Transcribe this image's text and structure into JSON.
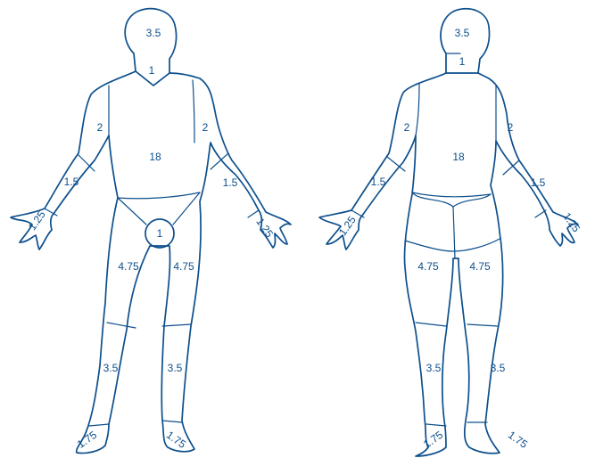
{
  "colors": {
    "line": "#0d4f8c",
    "background": "#ffffff"
  },
  "front": {
    "head": "3.5",
    "neck": "1",
    "trunk": "18",
    "upper_arm_left": "2",
    "upper_arm_right": "2",
    "forearm_left": "1.5",
    "forearm_right": "1.5",
    "hand_left": "1.25",
    "hand_right": "1.25",
    "genitals": "1",
    "thigh_left": "4.75",
    "thigh_right": "4.75",
    "leg_left": "3.5",
    "leg_right": "3.5",
    "foot_left": "1.75",
    "foot_right": "1.75"
  },
  "back": {
    "head": "3.5",
    "neck": "1",
    "trunk": "18",
    "upper_arm_left": "2",
    "upper_arm_right": "2",
    "forearm_left": "1.5",
    "forearm_right": "1.5",
    "hand_left": "1.25",
    "hand_right": "1.25",
    "thigh_left": "4.75",
    "thigh_right": "4.75",
    "leg_left": "3.5",
    "leg_right": "3.5",
    "foot_left": "1.75",
    "foot_right": "1.75"
  }
}
